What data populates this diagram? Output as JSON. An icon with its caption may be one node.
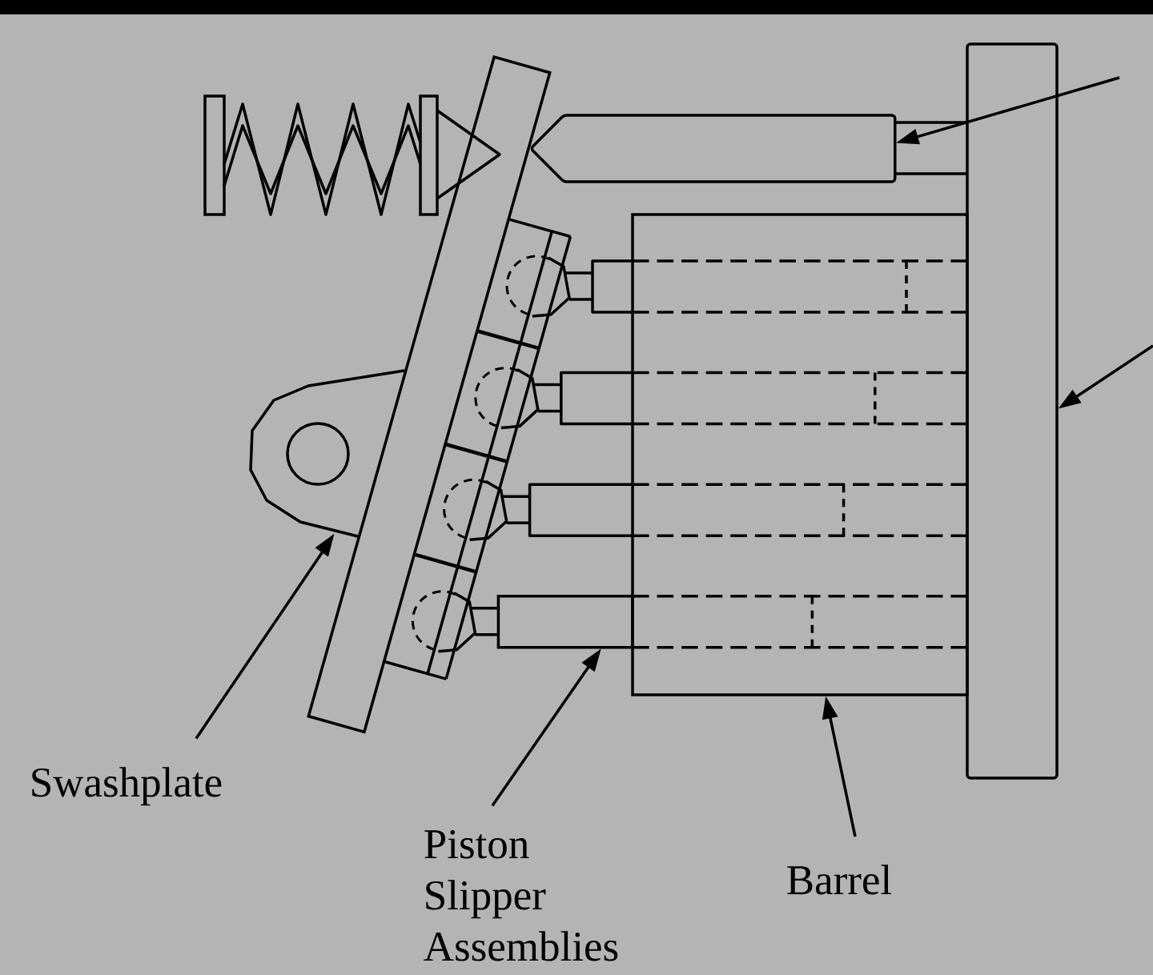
{
  "diagram": {
    "nodes": [
      {
        "text": [],
        "shape": "box"
      },
      {
        "text": [],
        "shape": "bar"
      },
      {
        "text": [],
        "shape": "bar"
      },
      {
        "text": [],
        "shape": "box"
      },
      {
        "text": [],
        "shape": "box"
      },
      {
        "text": [
          "Swashplate"
        ]
      },
      {
        "text": [
          "Piston Slipper Assemblies"
        ]
      },
      {
        "text": [
          "Barrel"
        ]
      }
    ],
    "edges": [
      {
        "from": null,
        "to": 1,
        "arrow": "to"
      },
      {
        "from": null,
        "to": 2,
        "arrow": "to"
      },
      {
        "from": 5,
        "to": 0,
        "arrow": "to"
      },
      {
        "from": 6,
        "to": 4,
        "arrow": "to"
      },
      {
        "from": 7,
        "to": 3,
        "arrow": "to"
      }
    ]
  }
}
